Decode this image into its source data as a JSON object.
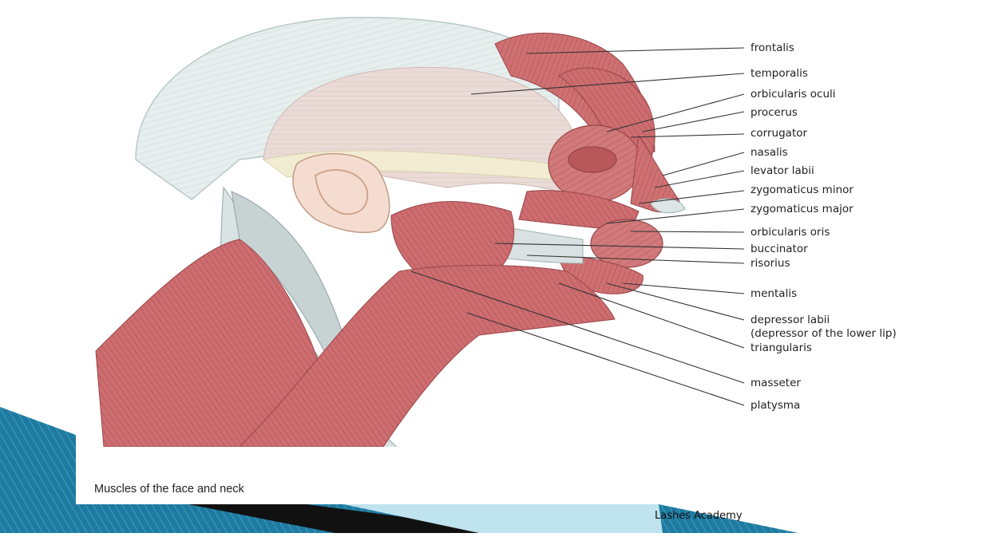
{
  "labels": [
    "frontalis",
    "temporalis",
    "orbicularis oculi",
    "procerus",
    "corrugator",
    "nasalis",
    "levator labii",
    "zygomaticus minor",
    "zygomaticus major",
    "orbicularis oris",
    "buccinator",
    "risorius",
    "mentalis",
    "depressor labii",
    "(depressor of the lower lip)",
    "triangularis",
    "masseter",
    "platysma"
  ],
  "caption": "Muscles of the face and neck",
  "footer": "Lashes Academy",
  "colors": {
    "muscle": "#c9686a",
    "muscle_dark": "#a84c4f",
    "skull": "#e8eeee",
    "bone": "#f3efd9",
    "ribbon": "#1d6f93",
    "ribbon_light": "#bfe3ef"
  }
}
